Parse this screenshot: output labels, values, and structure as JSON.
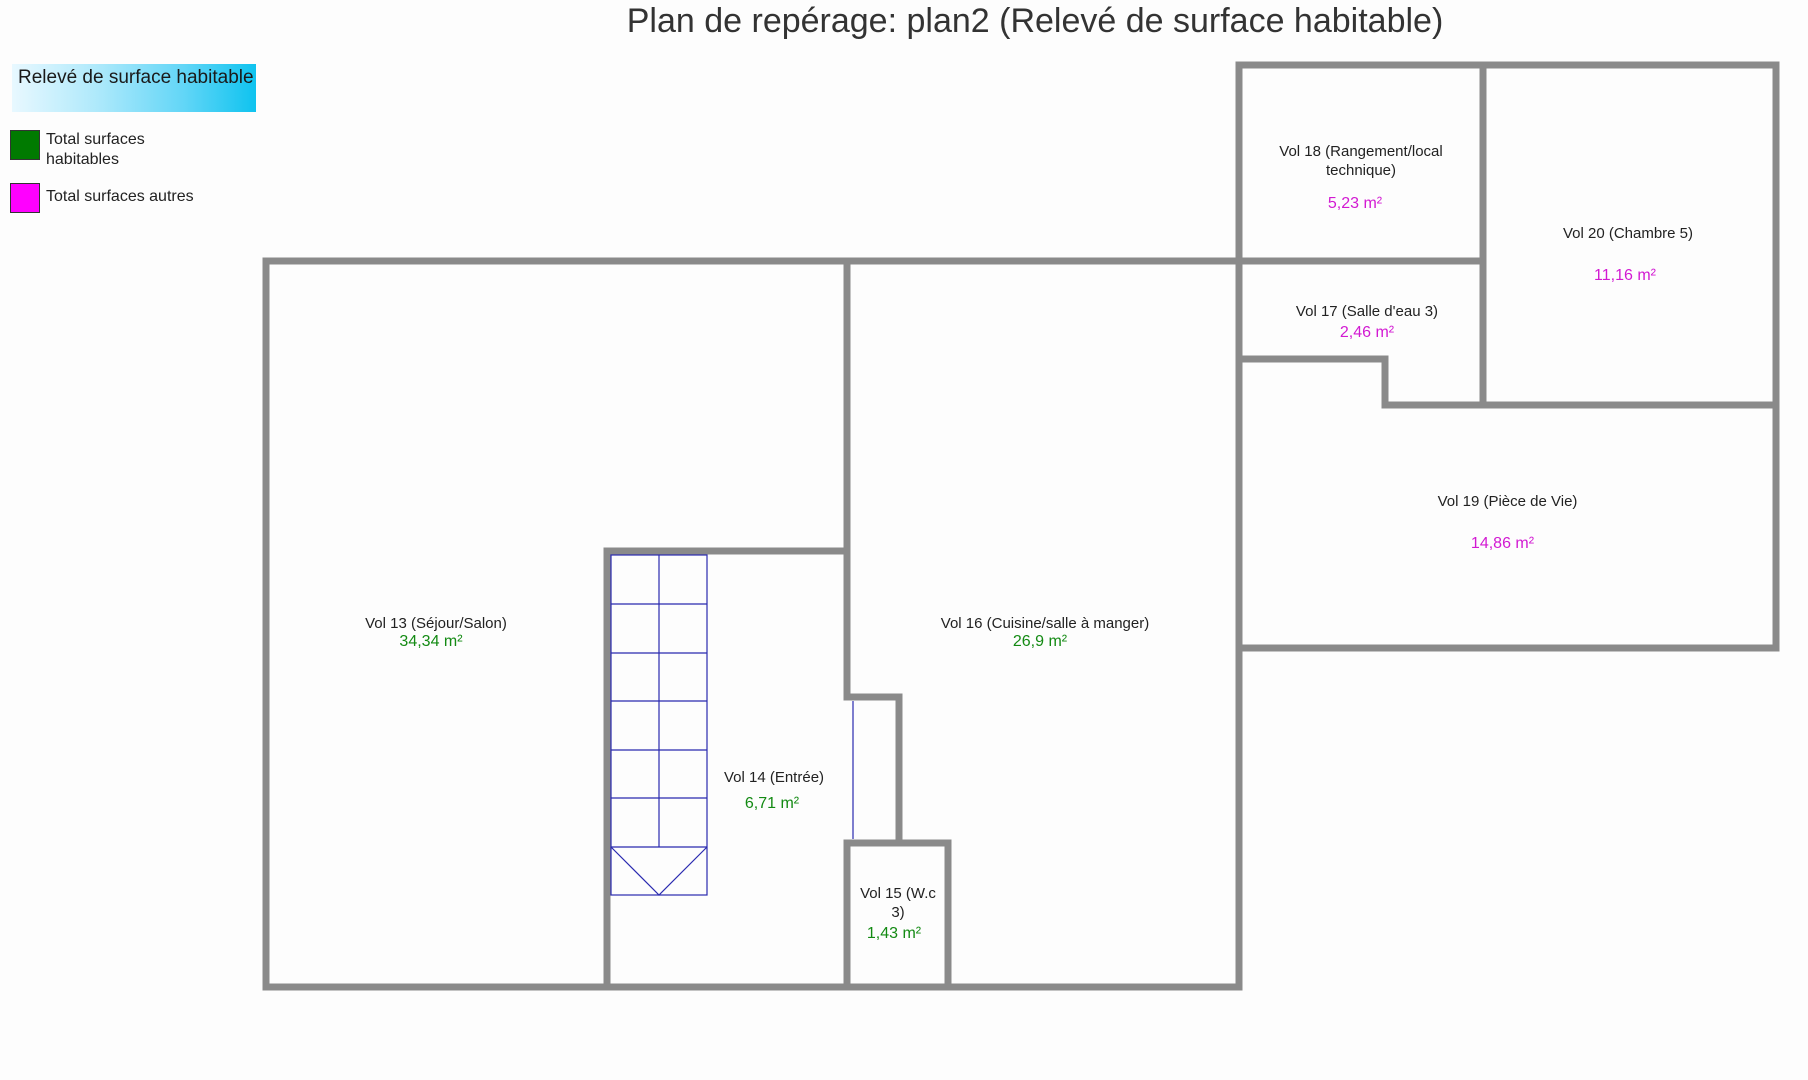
{
  "title": "Plan de repérage: plan2 (Relevé de surface habitable)",
  "legend": {
    "heading": "Relevé de surface habitable",
    "items": [
      {
        "label": "Total surfaces habitables",
        "color": "#007a00"
      },
      {
        "label": "Total surfaces autres",
        "color": "#ff00ff"
      }
    ]
  },
  "colors": {
    "habitable": "#138a13",
    "autres": "#d21ad2",
    "wall": "#8a8a8a",
    "stairs": "#2a2ab0"
  },
  "rooms": [
    {
      "name": "Vol 13 (Séjour/Salon)",
      "area": "34,34 m²",
      "category": "habitable"
    },
    {
      "name": "Vol 14 (Entrée)",
      "area": "6,71 m²",
      "category": "habitable"
    },
    {
      "name": "Vol 15 (W.c 3)",
      "area": "1,43 m²",
      "category": "habitable"
    },
    {
      "name": "Vol 16 (Cuisine/salle à manger)",
      "area": "26,9 m²",
      "category": "habitable"
    },
    {
      "name": "Vol 17 (Salle d'eau 3)",
      "area": "2,46 m²",
      "category": "autres"
    },
    {
      "name": "Vol 18 (Rangement/local technique)",
      "area": "5,23 m²",
      "category": "autres"
    },
    {
      "name": "Vol 19 (Pièce de Vie)",
      "area": "14,86 m²",
      "category": "autres"
    },
    {
      "name": "Vol 20 (Chambre 5)",
      "area": "11,16 m²",
      "category": "autres"
    }
  ]
}
